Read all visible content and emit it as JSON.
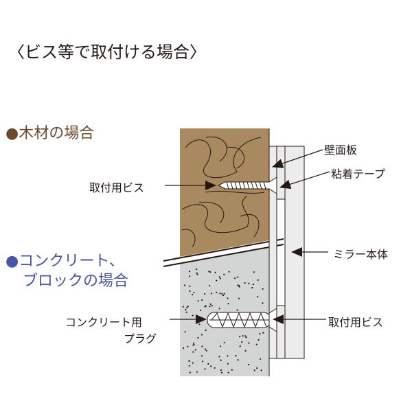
{
  "title": "〈ビス等で取付ける場合〉",
  "sections": {
    "wood": {
      "bullet": "●",
      "label": "木材の場合",
      "color": "#6b4a2e"
    },
    "concrete": {
      "bullet": "●",
      "label_line1": "コンクリート、",
      "label_line2": "ブロックの場合",
      "color": "#4a55a8"
    }
  },
  "labels": {
    "wall_panel": "壁面板",
    "adhesive_tape": "粘着テープ",
    "mirror_body": "ミラー本体",
    "screw_right": "取付用ビス",
    "screw_left": "取付用ビス",
    "plug_line1": "コンクリート用",
    "plug_line2": "プラグ"
  },
  "colors": {
    "wood": "#a98a60",
    "concrete": "#d3d4d4",
    "panel": "#ececec"
  }
}
